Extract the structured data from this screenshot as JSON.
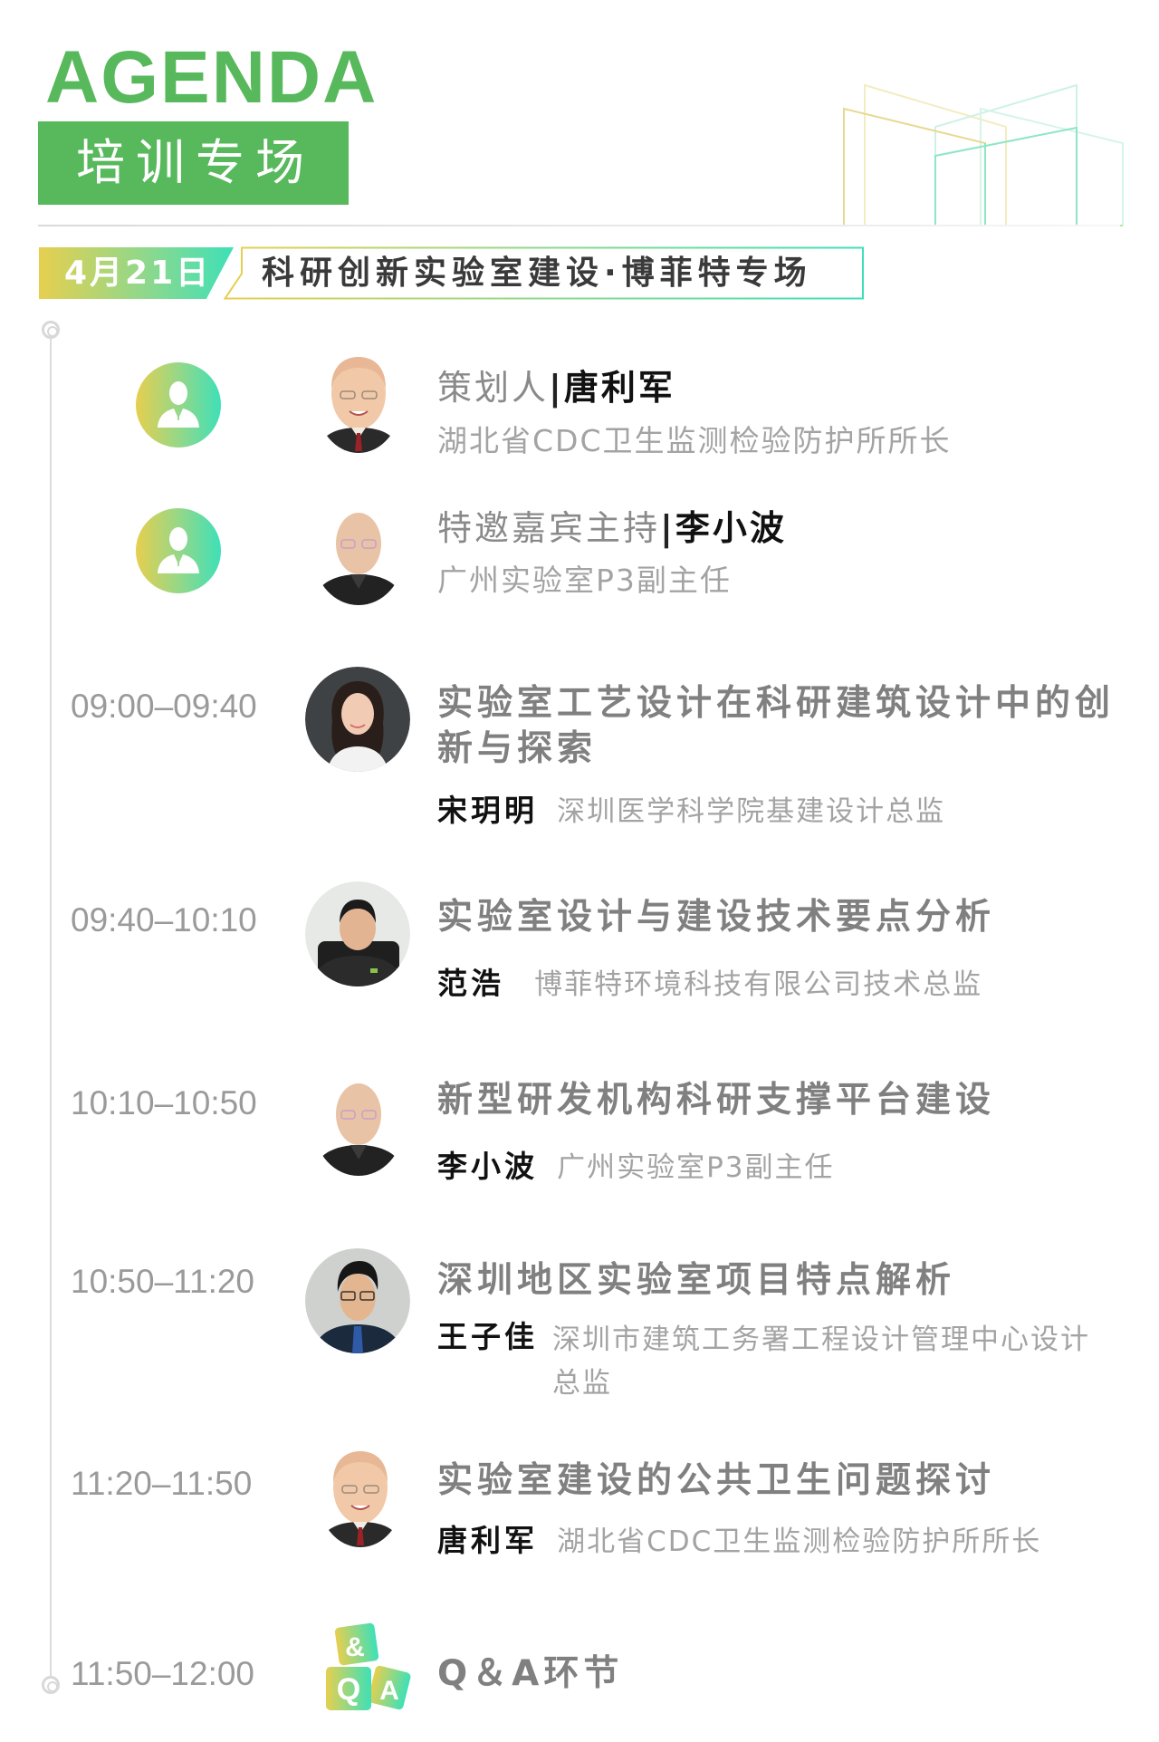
{
  "header": {
    "title": "AGENDA",
    "banner": "培训专场"
  },
  "session": {
    "date": "4月21日",
    "title": "科研创新实验室建设·博菲特专场"
  },
  "colors": {
    "brand_green": "#58b85c",
    "gradient_start": "#e6cf4f",
    "gradient_end": "#3ee0b8",
    "title_gray": "#808080",
    "text_gray": "#a3a3a3"
  },
  "hosts": [
    {
      "role": "策划人",
      "separator": "|",
      "name": "唐利军",
      "position": "湖北省CDC卫生监测检验防护所所长",
      "icon": "person-icon"
    },
    {
      "role": "特邀嘉宾主持",
      "separator": "|",
      "name": "李小波",
      "position": "广州实验室P3副主任",
      "icon": "person-icon"
    }
  ],
  "agenda": [
    {
      "time": "09:00–09:40",
      "topic": "实验室工艺设计在科研建筑设计中的创新与探索",
      "speaker": "宋玥明",
      "org": "深圳医学科学院基建设计总监"
    },
    {
      "time": "09:40–10:10",
      "topic": "实验室设计与建设技术要点分析",
      "speaker": "范浩",
      "org": "博菲特环境科技有限公司技术总监"
    },
    {
      "time": "10:10–10:50",
      "topic": "新型研发机构科研支撑平台建设",
      "speaker": "李小波",
      "org": "广州实验室P3副主任"
    },
    {
      "time": "10:50–11:20",
      "topic": "深圳地区实验室项目特点解析",
      "speaker": "王子佳",
      "org": "深圳市建筑工务署工程设计管理中心设计总监"
    },
    {
      "time": "11:20–11:50",
      "topic": "实验室建设的公共卫生问题探讨",
      "speaker": "唐利军",
      "org": "湖北省CDC卫生监测检验防护所所长"
    },
    {
      "time": "11:50–12:00",
      "topic": "Q＆A环节",
      "icon": "qa-blocks-icon",
      "icon_letters": [
        "&",
        "Q",
        "A"
      ]
    }
  ]
}
